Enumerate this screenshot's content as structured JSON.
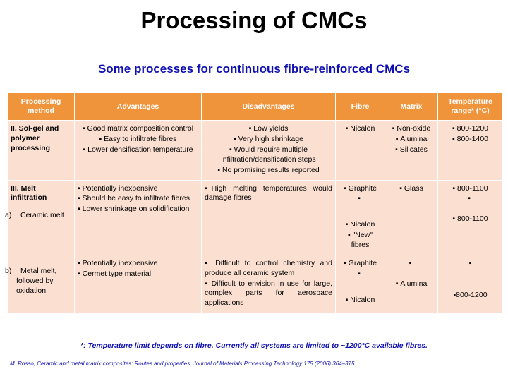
{
  "slide": {
    "title": "Processing of CMCs",
    "subtitle": "Some processes for continuous fibre-reinforced CMCs",
    "title_color": "#000000",
    "subtitle_color": "#1010b0",
    "header_bg": "#f0943c",
    "cell_bg": "#fbe0d2"
  },
  "table": {
    "headers": [
      "Processing method",
      "Advantages",
      "Disadvantages",
      "Fibre",
      "Matrix",
      "Temperature range* (°C)"
    ],
    "rows": [
      {
        "method_title": "II. Sol-gel and polymer processing",
        "method_sub_label": "",
        "method_sub_text": "",
        "advantages": [
          "Good matrix composition control",
          "Easy to infiltrate fibres",
          "Lower densification temperature"
        ],
        "disadvantages": [
          "Low yields",
          "Very high shrinkage",
          "Would require multiple infiltration/densification steps",
          "No promising results reported"
        ],
        "fibre": [
          "Nicalon"
        ],
        "matrix": [
          "Non-oxide",
          "Alumina",
          "Silicates"
        ],
        "temperature": [
          "800-1200",
          "800-1400"
        ]
      },
      {
        "method_title": "III. Melt infiltration",
        "method_sub_label": "a)",
        "method_sub_text": "Ceramic melt",
        "advantages": [
          "Potentially inexpensive",
          "Should be easy to infiltrate fibres",
          "Lower shrinkage on solidification"
        ],
        "disadvantages": [
          "High melting temperatures would damage fibres"
        ],
        "fibre": [
          "Graphite",
          "Nicalon",
          "\"New\" fibres"
        ],
        "matrix": [
          "Glass"
        ],
        "temperature": [
          "800-1100",
          "800-1100"
        ]
      },
      {
        "method_title": "",
        "method_sub_label": "b)",
        "method_sub_text": "Metal melt, followed by oxidation",
        "advantages": [
          "Potentially inexpensive",
          "Cermet type material"
        ],
        "disadvantages": [
          "Difficult to control chemistry and produce all ceramic system",
          "Difficult to envision in use for large, complex parts for aerospace applications"
        ],
        "fibre": [
          "Graphite",
          "Nicalon"
        ],
        "matrix": [
          "Alumina"
        ],
        "temperature": [
          "800-1200"
        ]
      }
    ]
  },
  "footnote": "*: Temperature limit depends on fibre. Currently all systems are limited to ~1200°C available fibres.",
  "citation": "M. Rosso, Ceramic and metal matrix composites: Routes and properties, Journal of Materials Processing Technology 175 (2006) 364–375"
}
